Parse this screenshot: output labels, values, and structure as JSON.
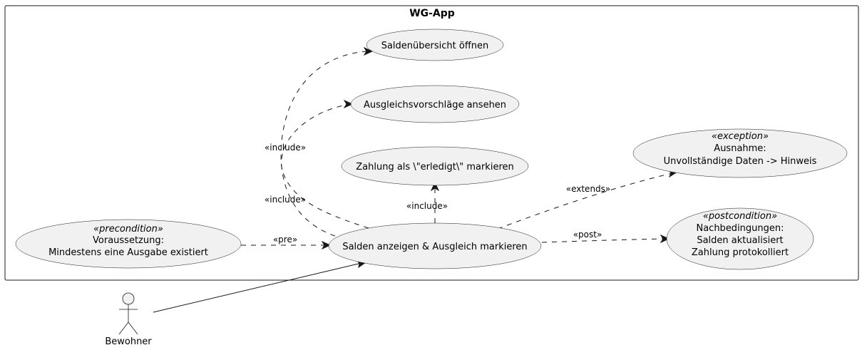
{
  "system": {
    "title": "WG-App"
  },
  "actor": {
    "name": "Bewohner"
  },
  "use_cases": {
    "main": "Salden anzeigen & Ausgleich markieren",
    "open_overview": "Saldenübersicht öffnen",
    "view_suggestions": "Ausgleichsvorschläge ansehen",
    "mark_paid": "Zahlung als \\\"erledigt\\\" markieren"
  },
  "precondition": {
    "stereotype": "«precondition»",
    "line1": "Voraussetzung:",
    "line2": "Mindestens eine Ausgabe existiert"
  },
  "exception": {
    "stereotype": "«exception»",
    "line1": "Ausnahme:",
    "line2": "Unvollständige Daten -> Hinweis"
  },
  "postcondition": {
    "stereotype": "«postcondition»",
    "line1": "Nachbedingungen:",
    "line2": "Salden aktualisiert",
    "line3": "Zahlung protokolliert"
  },
  "edge_labels": {
    "include_1": "«include»",
    "include_2": "«include»",
    "include_3": "«include»",
    "extends": "«extends»",
    "pre": "«pre»",
    "post": "«post»"
  }
}
